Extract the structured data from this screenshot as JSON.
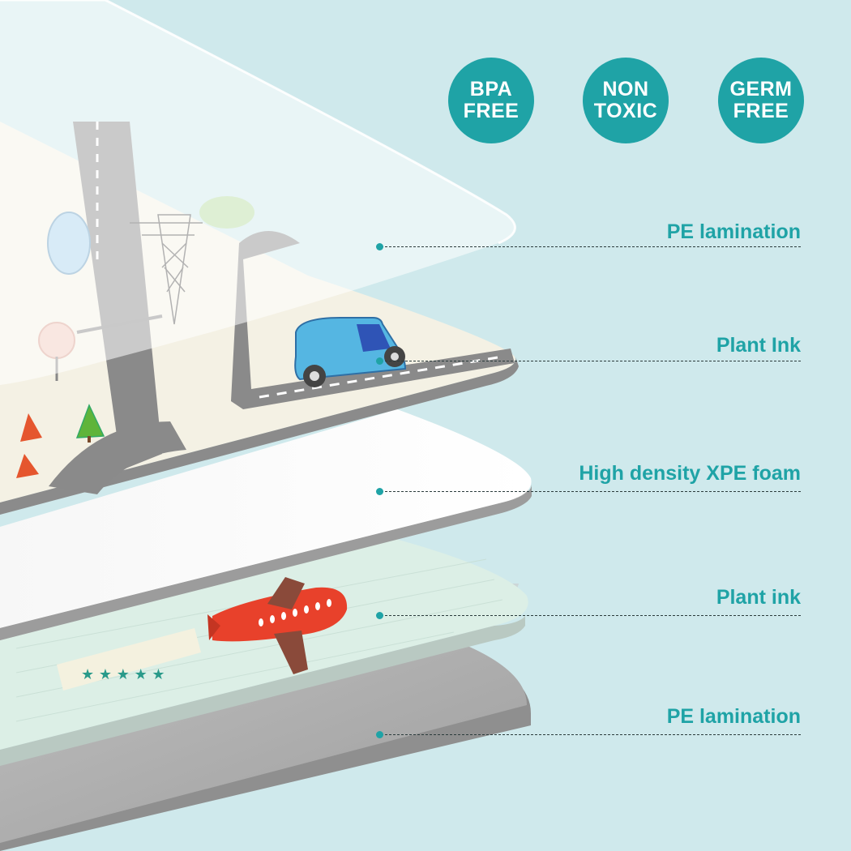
{
  "badges": [
    {
      "line1": "BPA",
      "line2": "FREE"
    },
    {
      "line1": "NON",
      "line2": "TOXIC"
    },
    {
      "line1": "GERM",
      "line2": "FREE"
    }
  ],
  "layers": [
    {
      "label": "PE lamination"
    },
    {
      "label": "Plant Ink"
    },
    {
      "label": "High density XPE foam"
    },
    {
      "label": "Plant ink"
    },
    {
      "label": "PE lamination"
    }
  ],
  "colors": {
    "background": "#cfe9ec",
    "accent": "#1fa3a6",
    "leader": "#2b3b3c",
    "bottom_layer": "#a9a9a9",
    "foam_layer": "#ffffff",
    "print_layer_top": "#f4f1e4",
    "print_layer_bottom": "#dcefe6"
  }
}
